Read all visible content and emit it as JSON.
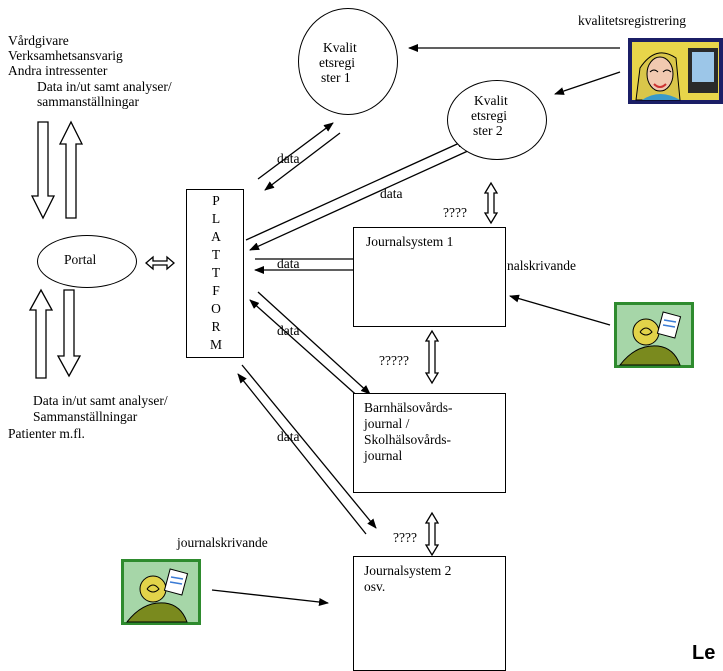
{
  "stakeholders_top": [
    "Vårdgivare",
    "Verksamhetsansvarig",
    "Andra intressenter"
  ],
  "data_in_out_top": [
    "Data in/ut samt analyser/",
    "sammanställningar"
  ],
  "data_in_out_bottom": [
    "Data in/ut samt analyser/",
    "Sammanställningar"
  ],
  "patients_label": "Patienter m.fl.",
  "portal_label": "Portal",
  "platform_letters": [
    "P",
    "L",
    "A",
    "T",
    "T",
    "F",
    "O",
    "R",
    "M"
  ],
  "registry_1_lines": [
    "Kvalit",
    "etsregi",
    "ster 1"
  ],
  "registry_2_lines": [
    "Kvalit",
    "etsregi",
    "ster 2"
  ],
  "quality_registration_label": "kvalitetsregistrering",
  "journal_system_1": "Journalsystem 1",
  "journal_writing_right": "nalskrivande",
  "child_health_journal_lines": [
    "Barnhälsovårds-",
    "journal /",
    "Skolhälsovårds-",
    "journal"
  ],
  "journal_system_2_lines": [
    "Journalsystem 2",
    "osv."
  ],
  "journal_writing_left": "journalskrivande",
  "data_label": "data",
  "uncertain_1": "????",
  "uncertain_2": "?????",
  "uncertain_3": "????",
  "corner_text": "Le",
  "colors": {
    "line": "#000000",
    "background": "#ffffff"
  },
  "icons": [
    "clerk-at-computer-icon",
    "person-writing-icon",
    "person-writing-icon"
  ]
}
